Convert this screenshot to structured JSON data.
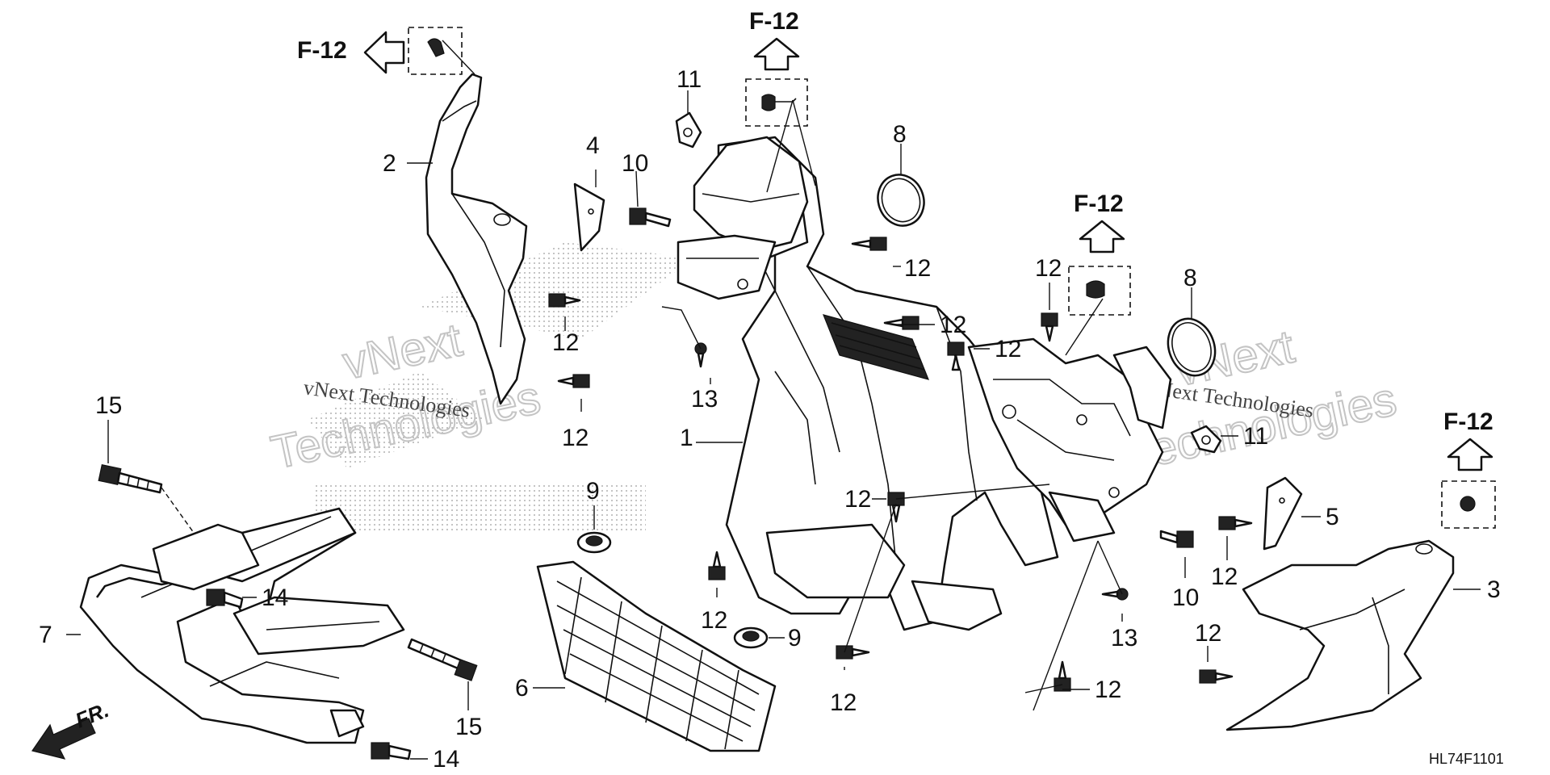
{
  "diagram_code": "HL74F1101",
  "direction_label": "FR.",
  "watermark": {
    "company": "vNext Technologies",
    "word_1": "vNext",
    "word_2": "Technologies"
  },
  "reference_labels": {
    "f12": "F-12",
    "part_1": "1",
    "part_2": "2",
    "part_3": "3",
    "part_4": "4",
    "part_5": "5",
    "part_6": "6",
    "part_7": "7",
    "part_8": "8",
    "part_9": "9",
    "part_10": "10",
    "part_11": "11",
    "part_12": "12",
    "part_13": "13",
    "part_14": "14",
    "part_15": "15"
  }
}
